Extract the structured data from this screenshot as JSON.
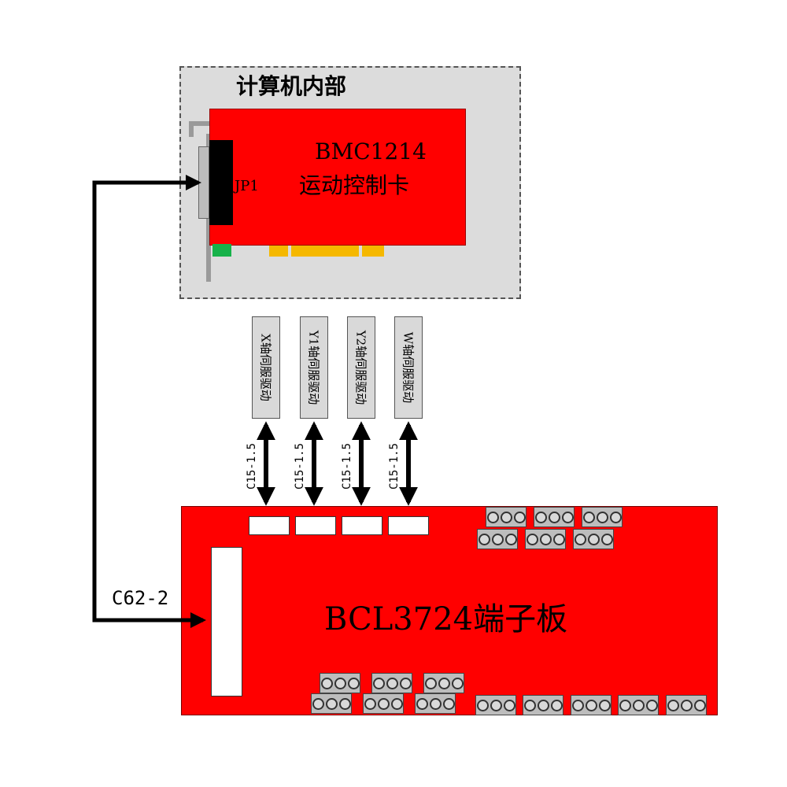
{
  "computer": {
    "title": "计算机内部"
  },
  "card": {
    "connector_label": "JP1",
    "model": "BMC1214",
    "name": "运动控制卡"
  },
  "drives": [
    {
      "label": "X轴伺服驱动",
      "cable": "C15-1.5"
    },
    {
      "label": "Y1轴伺服驱动",
      "cable": "C15-1.5"
    },
    {
      "label": "Y2轴伺服驱动",
      "cable": "C15-1.5"
    },
    {
      "label": "W轴伺服驱动",
      "cable": "C15-1.5"
    }
  ],
  "board": {
    "title": "BCL3724端子板"
  },
  "main_cable": {
    "label": "C62-2"
  },
  "colors": {
    "card": "#ff0000",
    "board": "#ff0000",
    "enclosure": "#dcdcdc",
    "led": "#17b24a",
    "pcie": "#f5b800",
    "terminal": "#bdbdbd"
  }
}
